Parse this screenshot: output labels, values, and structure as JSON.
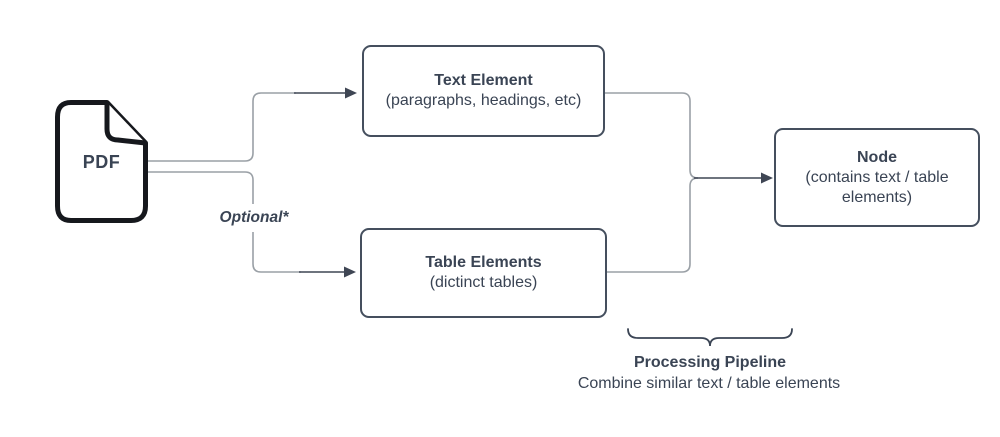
{
  "diagram": {
    "pdf": {
      "label": "PDF"
    },
    "optional_label": "Optional*",
    "boxes": {
      "text_element": {
        "title": "Text Element",
        "subtitle": "(paragraphs, headings, etc)"
      },
      "table_elements": {
        "title": "Table Elements",
        "subtitle": "(dictinct tables)"
      },
      "node": {
        "title": "Node",
        "subtitle": "(contains text / table elements)"
      }
    },
    "caption": {
      "title": "Processing Pipeline",
      "subtitle": "Combine similar text / table elements"
    },
    "colors": {
      "text": "#3a4454",
      "box_border": "#454f5e",
      "connector_gray": "#9aa0a6",
      "arrow_dark": "#3f4654",
      "icon_outline": "#16181d",
      "background": "#ffffff"
    }
  }
}
